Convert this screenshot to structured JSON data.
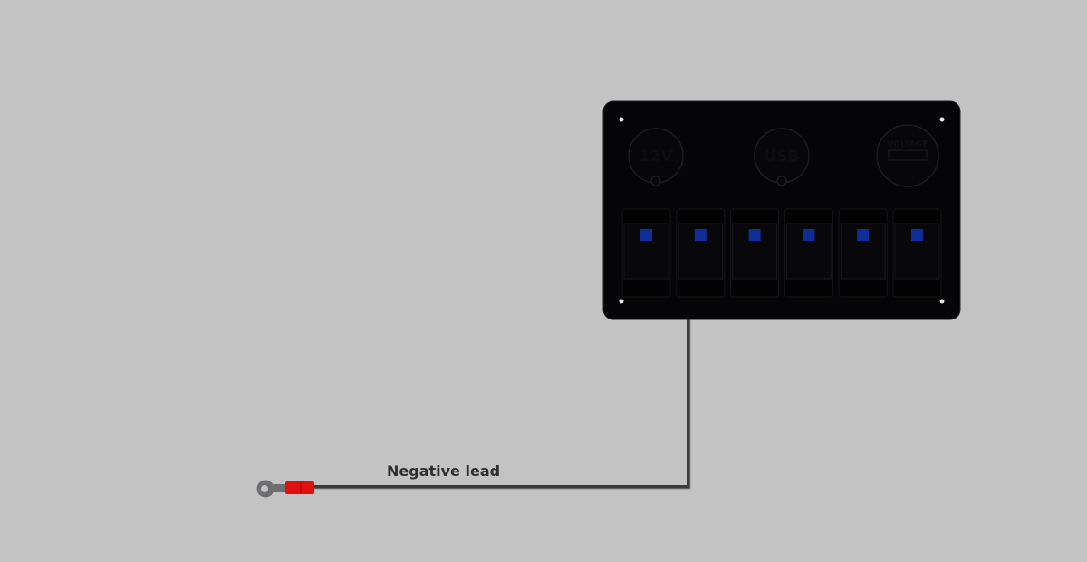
{
  "diagram": {
    "lead_label": "Negative lead",
    "sockets": [
      {
        "id": "12v",
        "label": "12V"
      },
      {
        "id": "usb",
        "label": "USB"
      },
      {
        "id": "voltage",
        "label": "VOLTAGE"
      }
    ],
    "switch_count": 6,
    "colors": {
      "background": "#c3c3c3",
      "panel": "#050507",
      "led": "#0f2d96",
      "wire": "#4a4a4a",
      "terminal": "#e01010",
      "ring": "#6e6e72"
    }
  }
}
